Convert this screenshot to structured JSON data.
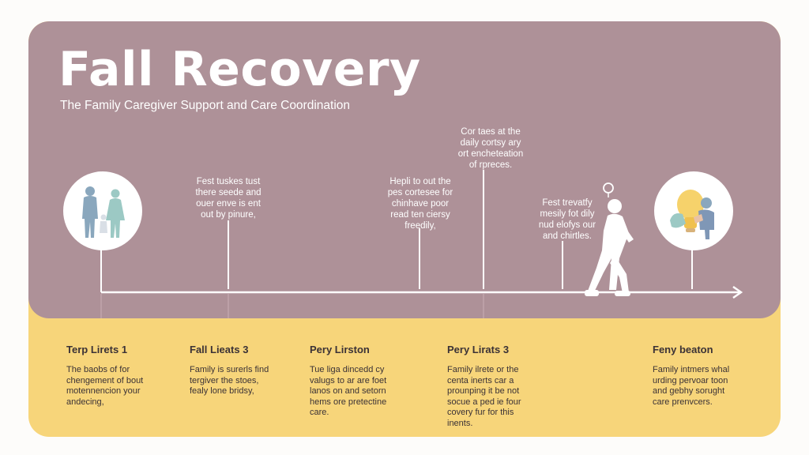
{
  "header": {
    "title": "Fall Recovery",
    "subtitle": "The Family Caregiver Support and Care Coordination"
  },
  "timeline_notes": [
    {
      "text": "Fest tuskes tust\nthere seede and\nouer enve is ent\nout by pinure,"
    },
    {
      "text": "Hepli to out the\npes cortesee for\nchinhave poor\nread ten ciersy\nfreedily,"
    },
    {
      "text": "Cor taes at the\ndaily cortsy ary\nort encheteation\nof rpreces."
    },
    {
      "text": "Fest trevatfy\nmesily fot dily\nnud elofys our\nand chirtles."
    }
  ],
  "columns": [
    {
      "heading": "Terp Lirets 1",
      "body": "The baobs of for\nchengement of bout\nmotennencion your\nandecing,"
    },
    {
      "heading": "Fall Lieats 3",
      "body": "Family is surerls find\ntergiver the stoes,\nfealy lone bridsy,"
    },
    {
      "heading": "Pery Lirston",
      "body": "Tue liga dincedd cy\nvalugs to ar are foet\nlanos on and setorn\nhems ore pretectine\ncare."
    },
    {
      "heading": "Pery Lirats 3",
      "body": "Family ilrete or the\ncenta inerts car a\nprounping it be not\nsocue a ped ie four\ncovery fur for this\ninents."
    },
    {
      "heading": "Feny beaton",
      "body": "Family intmers whal\nurding pervoar toon\nand gebhy sorught\ncare prenvcers."
    }
  ],
  "colors": {
    "top_panel": "#ae9198",
    "bottom_panel": "#f7d57a",
    "figure_blue": "#8aa7bd",
    "figure_teal": "#9cc9c4",
    "bulb_yellow": "#f6d26b"
  },
  "icons": [
    "family-icon",
    "walking-person-icon",
    "lightbulb-helping-hands-icon"
  ]
}
